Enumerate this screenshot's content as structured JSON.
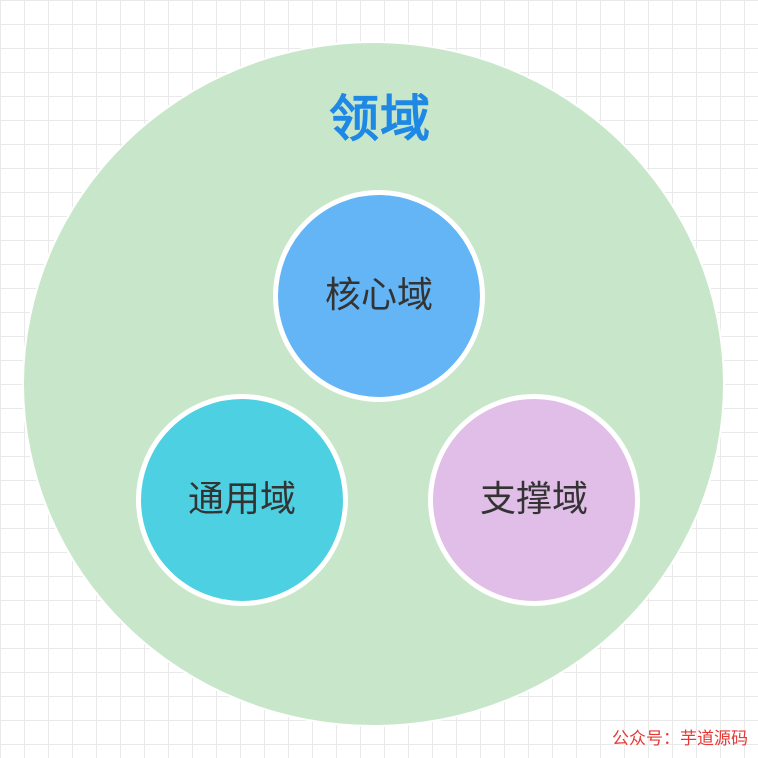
{
  "diagram": {
    "title": "领域",
    "circles": [
      {
        "label": "核心域",
        "color": "#64b5f6"
      },
      {
        "label": "通用域",
        "color": "#4dd0e1"
      },
      {
        "label": "支撑域",
        "color": "#e1bee7"
      }
    ],
    "outer_color": "#c8e6c9",
    "title_color": "#1e88e5"
  },
  "watermark": "公众号：芋道源码"
}
